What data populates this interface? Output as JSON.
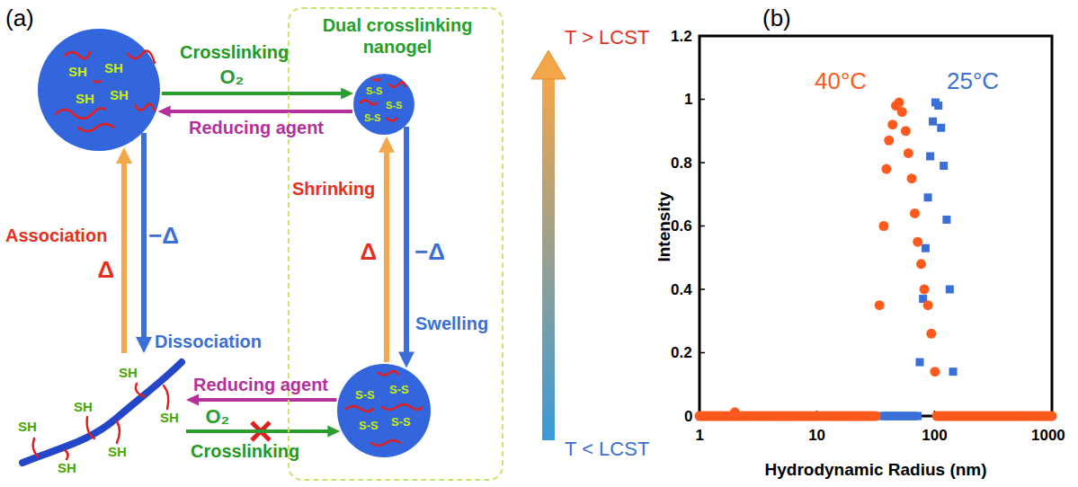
{
  "diagram": {
    "nodes": [
      {
        "text": [
          "SH",
          "SH",
          "SH",
          "SH"
        ]
      },
      {
        "text": [
          "Dual crosslinking nanogel"
        ]
      },
      {
        "text": [
          "S-S",
          "S-S",
          "S-S"
        ],
        "in": 1
      },
      {
        "text": [
          "S-S",
          "S-S",
          "S-S",
          "S-S"
        ],
        "in": 1
      },
      {
        "text": [
          "SH",
          "SH",
          "SH",
          "SH",
          "SH",
          "SH"
        ]
      }
    ],
    "edges": [
      {
        "from": 0,
        "to": 2,
        "arrow": "to",
        "label": "O₂"
      },
      {
        "from": 2,
        "to": 0,
        "arrow": "to",
        "label": "Reducing agent"
      },
      {
        "from": 4,
        "to": 0,
        "arrow": "to",
        "label": "Δ"
      },
      {
        "from": 0,
        "to": 4,
        "arrow": "to",
        "label": "−Δ"
      },
      {
        "from": 3,
        "to": 2,
        "arrow": "to",
        "label": "Δ"
      },
      {
        "from": 2,
        "to": 3,
        "arrow": "to",
        "label": "−Δ"
      },
      {
        "from": 3,
        "to": 4,
        "arrow": "to",
        "label": "Reducing agent"
      },
      {
        "from": 4,
        "to": 3,
        "arrow": "to",
        "label": "O₂"
      }
    ],
    "labels": [
      "(a)",
      "Crosslinking",
      "Association",
      "Dissociation",
      "Shrinking",
      "Swelling",
      "Crosslinking",
      "T > LCST",
      "T < LCST",
      "(b)",
      "40°C",
      "25°C",
      "Intensity",
      "Hydrodynamic Radius (nm)",
      "0",
      "0.2",
      "0.4",
      "0.6",
      "0.8",
      "1",
      "1.2",
      "1",
      "10",
      "100",
      "1000"
    ]
  }
}
